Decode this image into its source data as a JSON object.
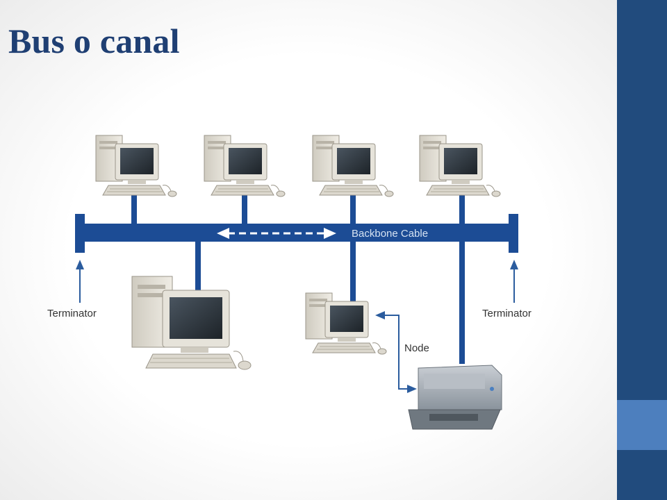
{
  "slide": {
    "title": "Bus o canal"
  },
  "diagram": {
    "backbone_label": "Backbone Cable",
    "terminator_left_label": "Terminator",
    "terminator_right_label": "Terminator",
    "node_label": "Node",
    "colors": {
      "cable": "#1c4c95",
      "title": "#1f3f73",
      "sidebar": "#214b7d",
      "sidebar_accent": "#4d7fbe"
    },
    "icons": [
      "computer-icon",
      "printer-icon",
      "arrow-icon"
    ]
  }
}
